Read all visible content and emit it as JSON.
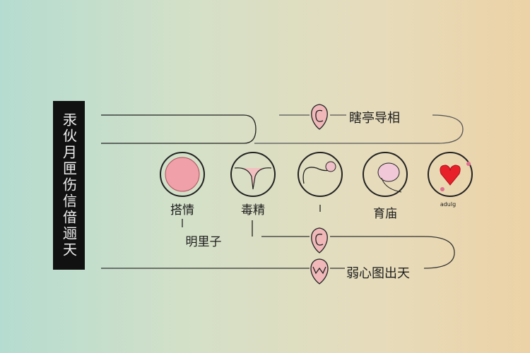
{
  "title": "汞伙月匣伤信偣逦天",
  "top_label": "瞎亭导相",
  "bottom_label": "弱心图出天",
  "stages": [
    {
      "icon": "cell-cluster-icon",
      "label": "搭情"
    },
    {
      "icon": "uterus-icon",
      "label": "毒精"
    },
    {
      "icon": "embryo-icon",
      "label": "|"
    },
    {
      "icon": "fetus-icon",
      "label": "育庙"
    },
    {
      "icon": "heart-icon",
      "label": "adulg"
    }
  ],
  "sub_label": "明里子",
  "colors": {
    "pin": "#f0b8b8",
    "heart": "#e8202a",
    "cell": "#f0a0a8"
  }
}
